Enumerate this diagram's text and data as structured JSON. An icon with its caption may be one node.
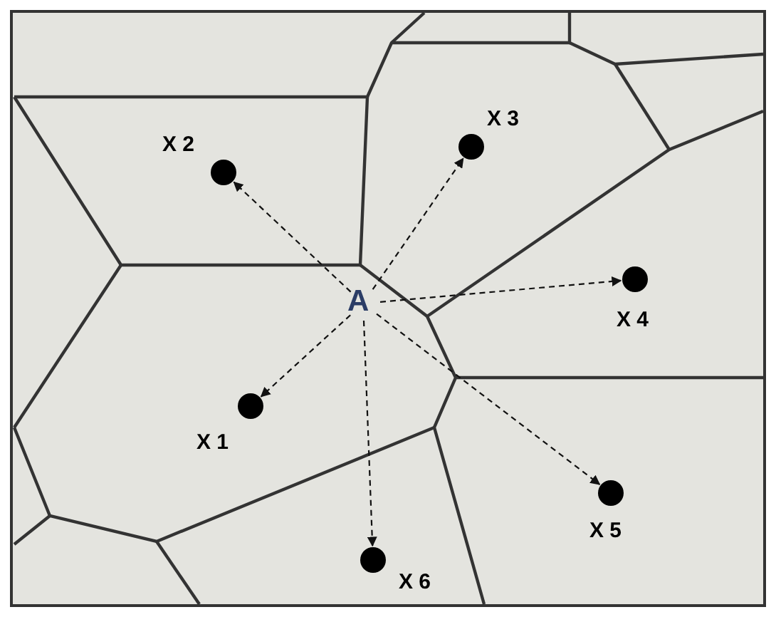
{
  "diagram": {
    "nodes": [
      {
        "text": [
          "A"
        ]
      },
      {
        "text": [],
        "shape": "circle",
        "beside": [
          "X 1"
        ]
      },
      {
        "text": [],
        "shape": "circle",
        "beside": [
          "X 2"
        ]
      },
      {
        "text": [],
        "shape": "circle",
        "beside": [
          "X 3"
        ]
      },
      {
        "text": [],
        "shape": "circle",
        "beside": [
          "X 4"
        ]
      },
      {
        "text": [],
        "shape": "circle",
        "beside": [
          "X 5"
        ]
      },
      {
        "text": [],
        "shape": "circle",
        "beside": [
          "X 6"
        ]
      }
    ],
    "edges": [
      {
        "from": 0,
        "to": 1,
        "arrow": "to",
        "style": "dashed"
      },
      {
        "from": 0,
        "to": 2,
        "arrow": "to",
        "style": "dashed"
      },
      {
        "from": 0,
        "to": 3,
        "arrow": "to",
        "style": "dashed"
      },
      {
        "from": 0,
        "to": 4,
        "arrow": "to",
        "style": "dashed"
      },
      {
        "from": 0,
        "to": 5,
        "arrow": "to",
        "style": "dashed"
      },
      {
        "from": 0,
        "to": 6,
        "arrow": "to",
        "style": "dashed"
      }
    ]
  }
}
